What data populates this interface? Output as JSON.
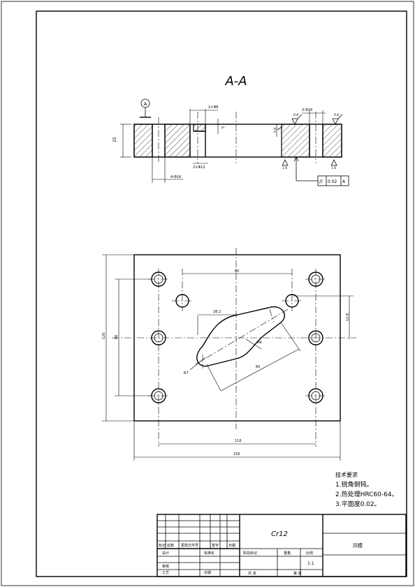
{
  "section_title": "A-A",
  "datum": "A",
  "section_view": {
    "dim_counterbore": "2×Φ8",
    "dim_hole_depth": "2×Φ12",
    "dim_depth_small": "5",
    "dim_height": "25",
    "dim_holes": "4-Φ16",
    "dim_right_holes": "2-Φ16",
    "roughness_1": "0.8",
    "roughness_2": "0.8",
    "roughness_3": "0.8",
    "roughness_4": "1.6",
    "roughness_5": "1.6",
    "tolerance_symbol": "//",
    "tolerance_value": "0.02",
    "tolerance_datum": "A"
  },
  "plan_view": {
    "dim_top_spacing": "80",
    "dim_slot_width": "28.2",
    "dim_right_vertical": "12.8",
    "dim_radius_1": "R6",
    "dim_radius_2": "R7",
    "dim_slot_length": "60",
    "dim_left_inner": "86",
    "dim_left_outer": "120",
    "dim_bottom_inner": "116",
    "dim_bottom_outer": "150"
  },
  "notes": {
    "heading": "技术要求",
    "items": [
      "1.锐角倒钝。",
      "2.热处理HRC60-64。",
      "3.平面度0.02。"
    ]
  },
  "title_block": {
    "material": "Cr12",
    "part_name": "凹模",
    "row_labels": [
      "标记",
      "处数",
      "更改文件号",
      "签字",
      "日期"
    ],
    "design": "设计",
    "standard": "标准化",
    "review": "审核",
    "process": "工艺",
    "approve": "日期",
    "stage_mark": "阶段标记",
    "weight": "重量",
    "scale": "比例",
    "scale_value": "1:1",
    "sheets_total": "共 张",
    "sheet_no": "第 张"
  }
}
